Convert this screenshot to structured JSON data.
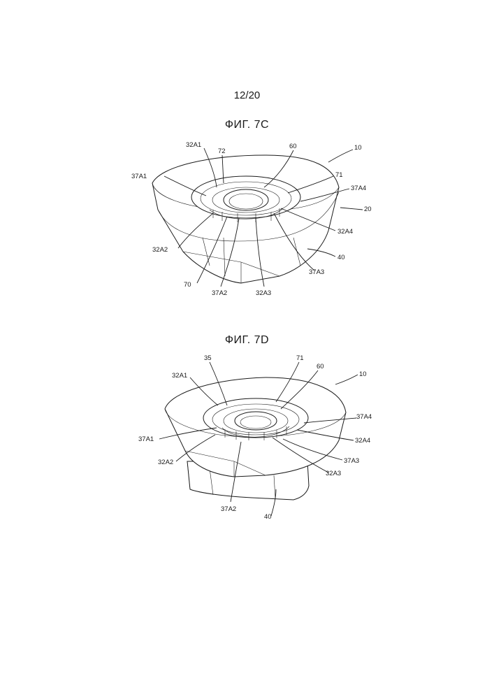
{
  "page_number": "12/20",
  "figures": [
    {
      "title": "ФИГ. 7C",
      "labels": {
        "l10": "10",
        "l60": "60",
        "l72": "72",
        "l32A1": "32A1",
        "l37A1": "37A1",
        "l71": "71",
        "l37A4": "37A4",
        "l20": "20",
        "l32A4": "32A4",
        "l32A2": "32A2",
        "l40": "40",
        "l37A3": "37A3",
        "l70": "70",
        "l37A2": "37A2",
        "l32A3": "32A3"
      }
    },
    {
      "title": "ФИГ. 7D",
      "labels": {
        "l35": "35",
        "l71": "71",
        "l60": "60",
        "l10": "10",
        "l32A1": "32A1",
        "l37A4": "37A4",
        "l37A1": "37A1",
        "l32A4": "32A4",
        "l32A2": "32A2",
        "l37A3": "37A3",
        "l32A3": "32A3",
        "l37A2": "37A2",
        "l40": "40"
      }
    }
  ]
}
